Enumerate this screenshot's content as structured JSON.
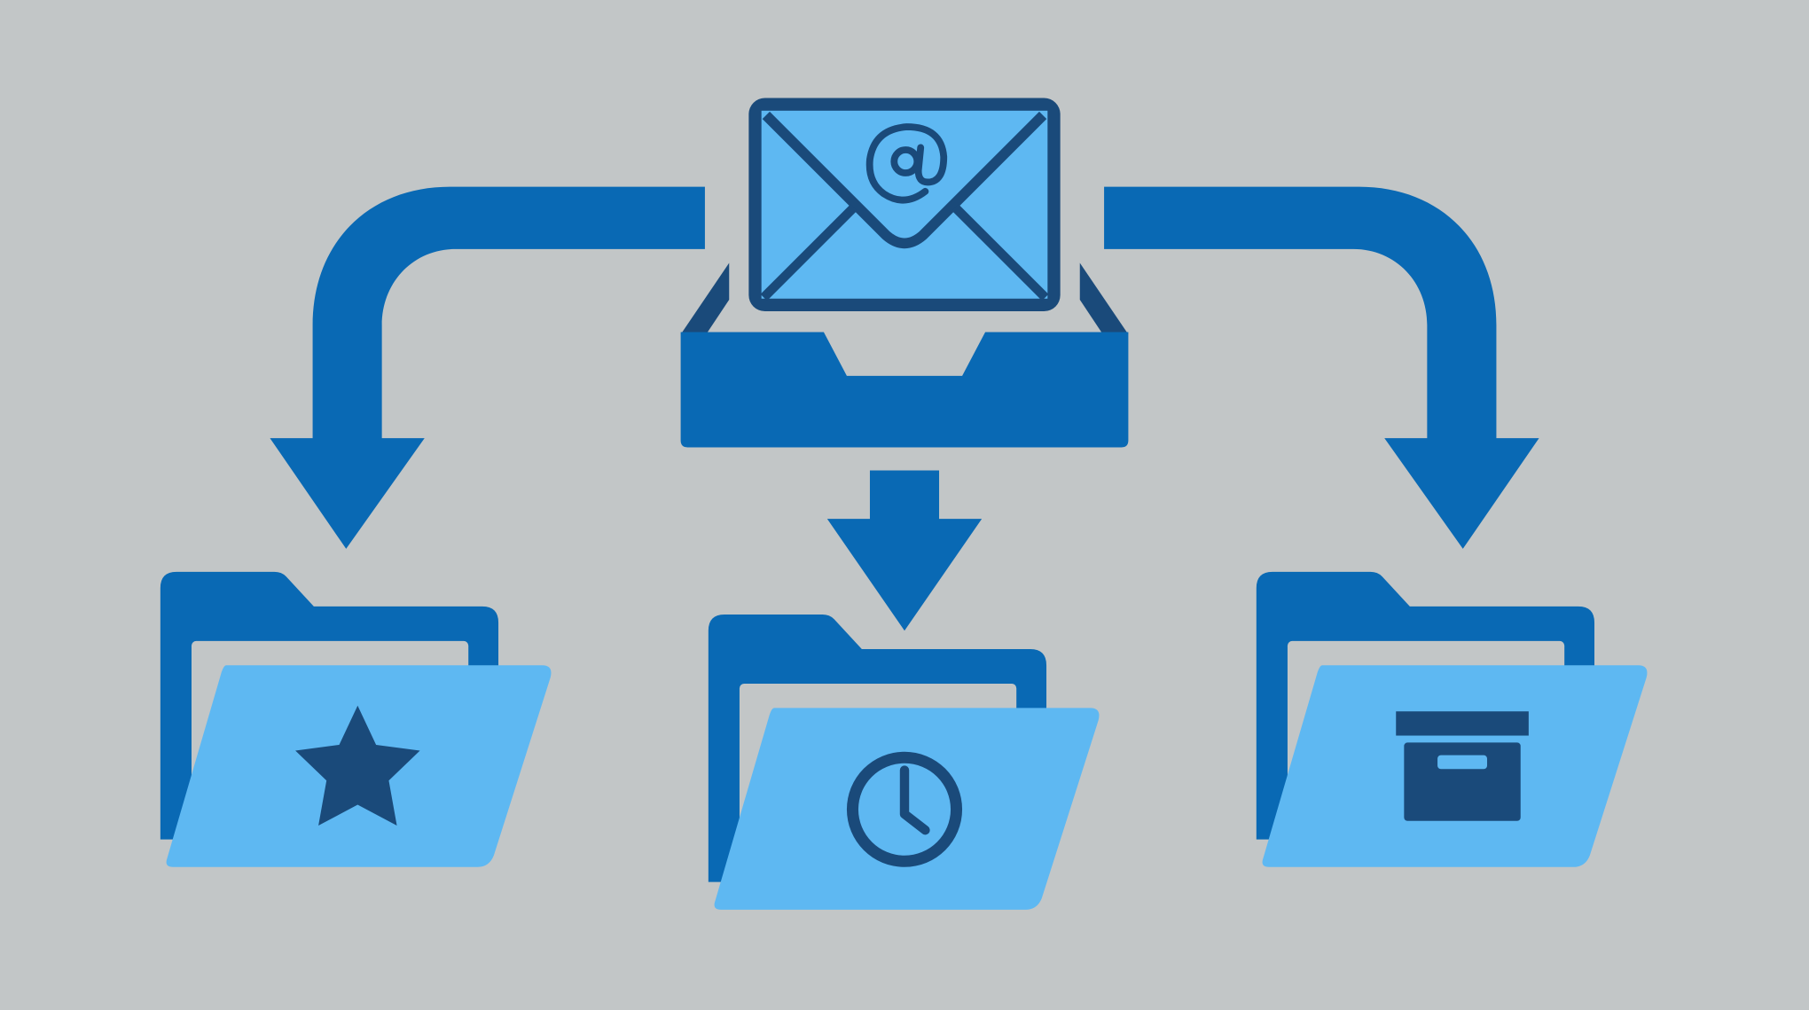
{
  "colors": {
    "background": "#c2c6c7",
    "primary_blue": "#0969b4",
    "light_blue": "#5eb8f2",
    "dark_navy": "#1a4a7a"
  },
  "nodes": {
    "inbox": {
      "icons": [
        "envelope-icon",
        "at-sign-icon",
        "inbox-tray-icon"
      ]
    },
    "folders": [
      {
        "name": "starred",
        "icon": "star-icon"
      },
      {
        "name": "scheduled",
        "icon": "clock-icon"
      },
      {
        "name": "archive",
        "icon": "archive-box-icon"
      }
    ]
  },
  "edges": [
    {
      "from": "inbox",
      "to": "starred"
    },
    {
      "from": "inbox",
      "to": "scheduled"
    },
    {
      "from": "inbox",
      "to": "archive"
    }
  ]
}
